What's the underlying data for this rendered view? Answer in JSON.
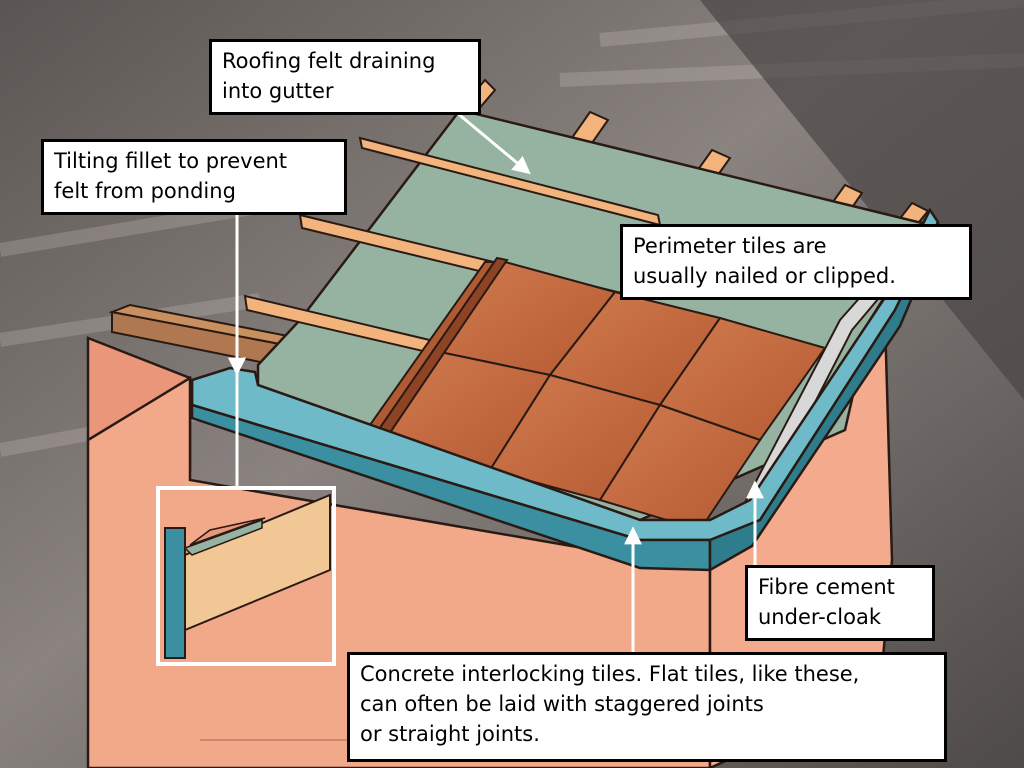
{
  "callouts": {
    "roofing_felt": {
      "lines": [
        "Roofing felt draining",
        "into gutter"
      ]
    },
    "tilting_fillet": {
      "lines": [
        "Tilting fillet to prevent",
        "felt from ponding"
      ]
    },
    "perimeter_tiles": {
      "lines": [
        "Perimeter tiles are",
        "usually nailed or clipped."
      ]
    },
    "fibre_cement": {
      "lines": [
        "Fibre cement",
        "under-cloak"
      ]
    },
    "concrete_tiles": {
      "lines": [
        "Concrete interlocking tiles. Flat tiles, like these,",
        "can often be laid with staggered joints",
        "or straight joints."
      ]
    }
  },
  "colors": {
    "background": "#6e6966",
    "wall": "#f2a98a",
    "fascia": "#3a8fa0",
    "felt": "#96b3a1",
    "tile": "#c8693f",
    "timber": "#f2b37c",
    "fillet": "#f2c796"
  }
}
